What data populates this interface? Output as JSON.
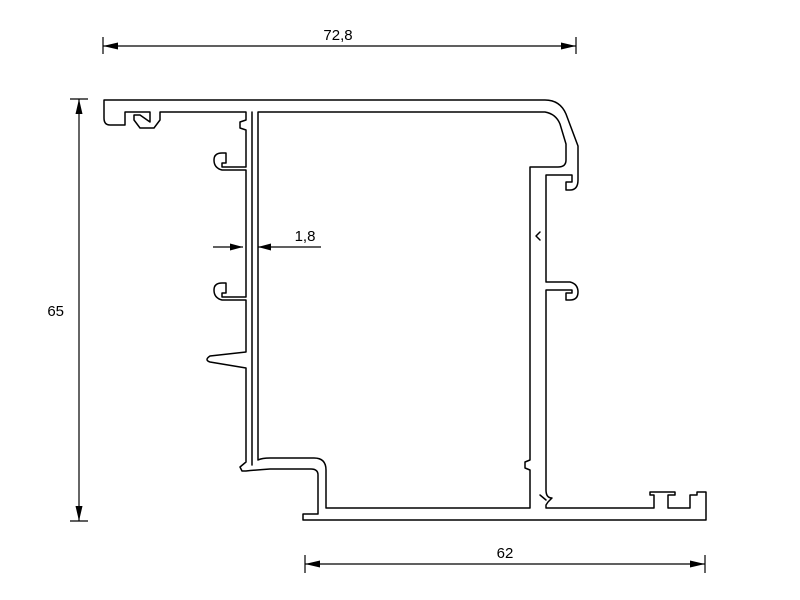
{
  "dimensions": {
    "top_width": "72,8",
    "height": "65",
    "wall_thickness": "1,8",
    "bottom_width": "62"
  }
}
